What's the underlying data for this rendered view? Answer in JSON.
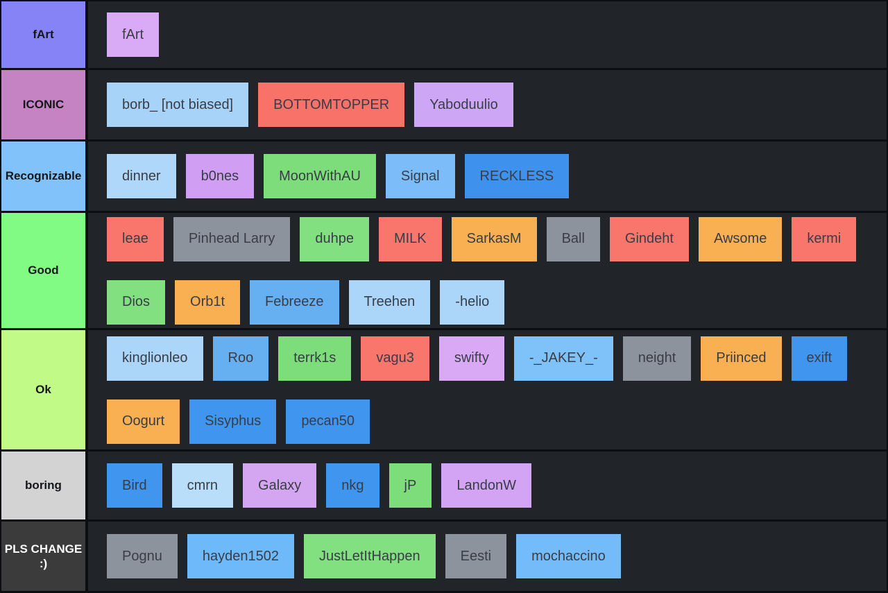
{
  "board": {
    "background": "#212429",
    "divider_color": "#0d0e11",
    "item_text_color": "#383d46",
    "label_text_color": "#15171a"
  },
  "tiers": [
    {
      "label": "fArt",
      "label_bg": "#8583f5",
      "label_fg": "#15171a",
      "items": [
        {
          "label": "fArt",
          "bg": "#d9abf7"
        }
      ]
    },
    {
      "label": "ICONIC",
      "label_bg": "#c583c3",
      "label_fg": "#15171a",
      "items": [
        {
          "label": "borb_ [not biased]",
          "bg": "#a8d3f8"
        },
        {
          "label": "BOTTOMTOPPER",
          "bg": "#f9726a"
        },
        {
          "label": "Yaboduulio",
          "bg": "#cda6f5"
        }
      ]
    },
    {
      "label": "Recognizable",
      "label_bg": "#80c2f9",
      "label_fg": "#15171a",
      "items": [
        {
          "label": "dinner",
          "bg": "#aed7f9"
        },
        {
          "label": "b0nes",
          "bg": "#d09ef2"
        },
        {
          "label": "MoonWithAU",
          "bg": "#7edd7b"
        },
        {
          "label": "Signal",
          "bg": "#7cbdf9"
        },
        {
          "label": "RECKLESS",
          "bg": "#3e92ee"
        }
      ]
    },
    {
      "label": "Good",
      "label_bg": "#81fb84",
      "label_fg": "#15171a",
      "items": [
        {
          "label": "leae",
          "bg": "#f9766d"
        },
        {
          "label": "Pinhead Larry",
          "bg": "#8d939c"
        },
        {
          "label": "duhpe",
          "bg": "#82e080"
        },
        {
          "label": "MILK",
          "bg": "#f9766d"
        },
        {
          "label": "SarkasM",
          "bg": "#f9b053"
        },
        {
          "label": "Ball",
          "bg": "#8d939c"
        },
        {
          "label": "Gindeht",
          "bg": "#f9766d"
        },
        {
          "label": "Awsome",
          "bg": "#f9b053"
        },
        {
          "label": "kermi",
          "bg": "#f9766d"
        },
        {
          "label": "Dios",
          "bg": "#82e080"
        },
        {
          "label": "Orb1t",
          "bg": "#f9b053"
        },
        {
          "label": "Febreeze",
          "bg": "#66b0f2"
        },
        {
          "label": "Treehen",
          "bg": "#abd5f9"
        },
        {
          "label": "-helio",
          "bg": "#abd5f9"
        }
      ]
    },
    {
      "label": "Ok",
      "label_bg": "#c2fa88",
      "label_fg": "#15171a",
      "items": [
        {
          "label": "kinglionleo",
          "bg": "#abd5f9"
        },
        {
          "label": "Roo",
          "bg": "#66b0f2"
        },
        {
          "label": "terrk1s",
          "bg": "#7edd7b"
        },
        {
          "label": "vagu3",
          "bg": "#f9766d"
        },
        {
          "label": "swifty",
          "bg": "#d9a9f6"
        },
        {
          "label": "-_JAKEY_-",
          "bg": "#7fc2f9"
        },
        {
          "label": "neight",
          "bg": "#8d939c"
        },
        {
          "label": "Priinced",
          "bg": "#f9b053"
        },
        {
          "label": "exift",
          "bg": "#4095ef"
        },
        {
          "label": "Oogurt",
          "bg": "#f9b053"
        },
        {
          "label": "Sisyphus",
          "bg": "#4095ef"
        },
        {
          "label": "pecan50",
          "bg": "#4095ef"
        }
      ]
    },
    {
      "label": "boring",
      "label_bg": "#d3d3d3",
      "label_fg": "#15171a",
      "items": [
        {
          "label": "Bird",
          "bg": "#4095ef"
        },
        {
          "label": "cmrn",
          "bg": "#b9def9"
        },
        {
          "label": "Galaxy",
          "bg": "#d4a5f0"
        },
        {
          "label": "nkg",
          "bg": "#4095ef"
        },
        {
          "label": "jP",
          "bg": "#7edd7b"
        },
        {
          "label": "LandonW",
          "bg": "#d2a4f3"
        }
      ]
    },
    {
      "label": "PLS CHANGE :)",
      "label_bg": "#3b3b3b",
      "label_fg": "#ffffff",
      "items": [
        {
          "label": "Pognu",
          "bg": "#8d939c"
        },
        {
          "label": "hayden1502",
          "bg": "#6eb9f9"
        },
        {
          "label": "JustLetItHappen",
          "bg": "#82e080"
        },
        {
          "label": "Eesti",
          "bg": "#8d939c"
        },
        {
          "label": "mochaccino",
          "bg": "#74bcf9"
        }
      ]
    }
  ]
}
